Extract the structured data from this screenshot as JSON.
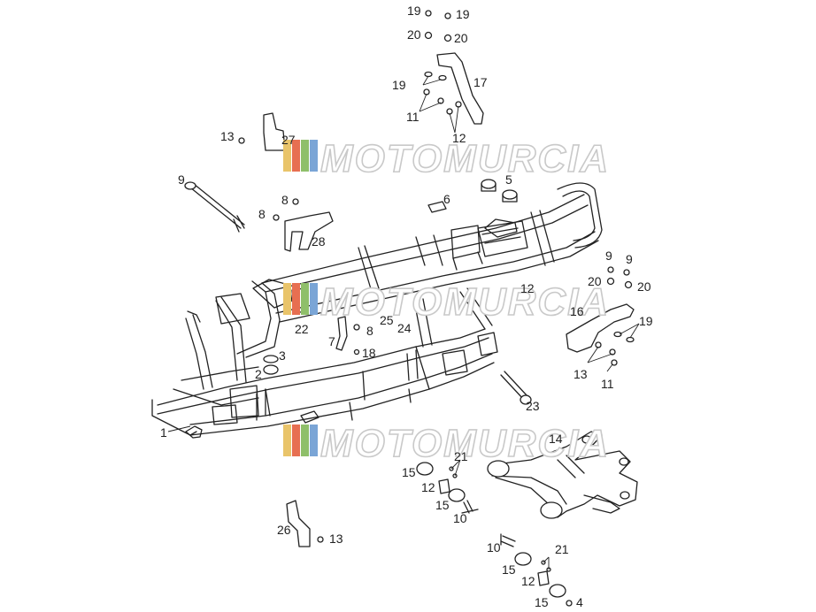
{
  "watermark": {
    "text": "MOTOMURCIA",
    "stripe_colors": [
      "#e9c46a",
      "#e76f51",
      "#8fbf6a",
      "#7aa5d6"
    ]
  },
  "labels": {
    "c1": "1",
    "c2": "2",
    "c3": "3",
    "c4": "4",
    "c5": "5",
    "c6": "6",
    "c7": "7",
    "c8a": "8",
    "c8b": "8",
    "c8c": "8",
    "c9": "9",
    "c9a": "9",
    "c9b": "9",
    "c10a": "10",
    "c10b": "10",
    "c11a": "11",
    "c11b": "11",
    "c12a": "12",
    "c12b": "12",
    "c12c": "12",
    "c12d": "12",
    "c13a": "13",
    "c13b": "13",
    "c13c": "13",
    "c14": "14",
    "c15a": "15",
    "c15b": "15",
    "c15c": "15",
    "c15d": "15",
    "c16": "16",
    "c17": "17",
    "c18": "18",
    "c19a": "19",
    "c19b": "19",
    "c19c": "19",
    "c19d": "19",
    "c20a": "20",
    "c20b": "20",
    "c20c": "20",
    "c20d": "20",
    "c21a": "21",
    "c21b": "21",
    "c22": "22",
    "c23": "23",
    "c24": "24",
    "c25": "25",
    "c26": "26",
    "c27": "27",
    "c28": "28"
  }
}
